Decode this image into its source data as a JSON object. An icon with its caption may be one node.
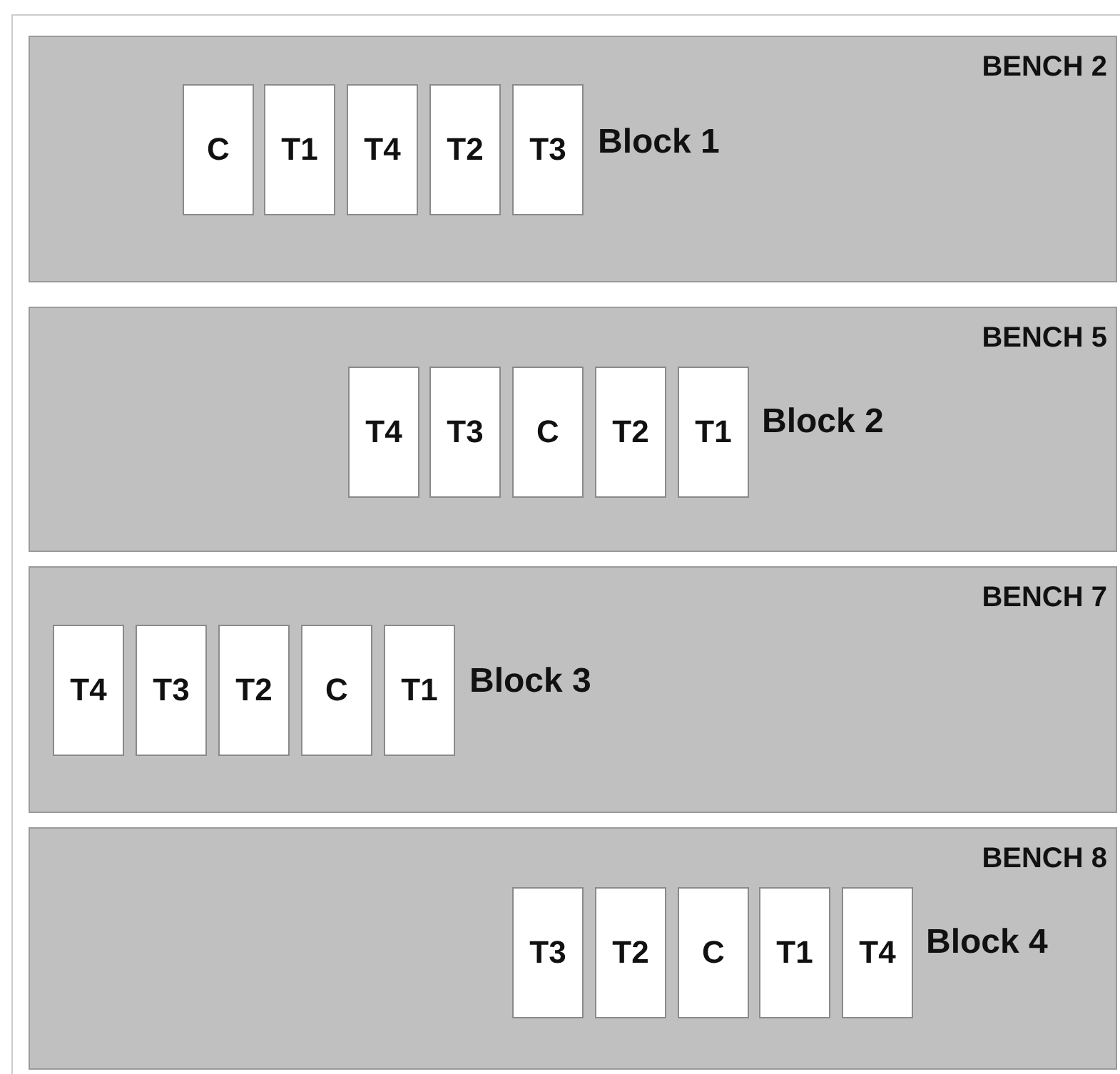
{
  "diagram": {
    "nodes": [
      {
        "text": [
          "BENCH 2",
          "Block 1"
        ]
      },
      {
        "text": [
          "C"
        ],
        "in": 0
      },
      {
        "text": [
          "T1"
        ],
        "in": 0
      },
      {
        "text": [
          "T4"
        ],
        "in": 0
      },
      {
        "text": [
          "T2"
        ],
        "in": 0
      },
      {
        "text": [
          "T3"
        ],
        "in": 0
      },
      {
        "text": [
          "BENCH 5",
          "Block 2"
        ]
      },
      {
        "text": [
          "T4"
        ],
        "in": 6
      },
      {
        "text": [
          "T3"
        ],
        "in": 6
      },
      {
        "text": [
          "C"
        ],
        "in": 6
      },
      {
        "text": [
          "T2"
        ],
        "in": 6
      },
      {
        "text": [
          "T1"
        ],
        "in": 6
      },
      {
        "text": [
          "BENCH 7",
          "Block 3"
        ]
      },
      {
        "text": [
          "T4"
        ],
        "in": 12
      },
      {
        "text": [
          "T3"
        ],
        "in": 12
      },
      {
        "text": [
          "T2"
        ],
        "in": 12
      },
      {
        "text": [
          "C"
        ],
        "in": 12
      },
      {
        "text": [
          "T1"
        ],
        "in": 12
      },
      {
        "text": [
          "BENCH 8",
          "Block 4"
        ]
      },
      {
        "text": [
          "T3"
        ],
        "in": 18
      },
      {
        "text": [
          "T2"
        ],
        "in": 18
      },
      {
        "text": [
          "C"
        ],
        "in": 18
      },
      {
        "text": [
          "T1"
        ],
        "in": 18
      },
      {
        "text": [
          "T4"
        ],
        "in": 18
      }
    ]
  }
}
